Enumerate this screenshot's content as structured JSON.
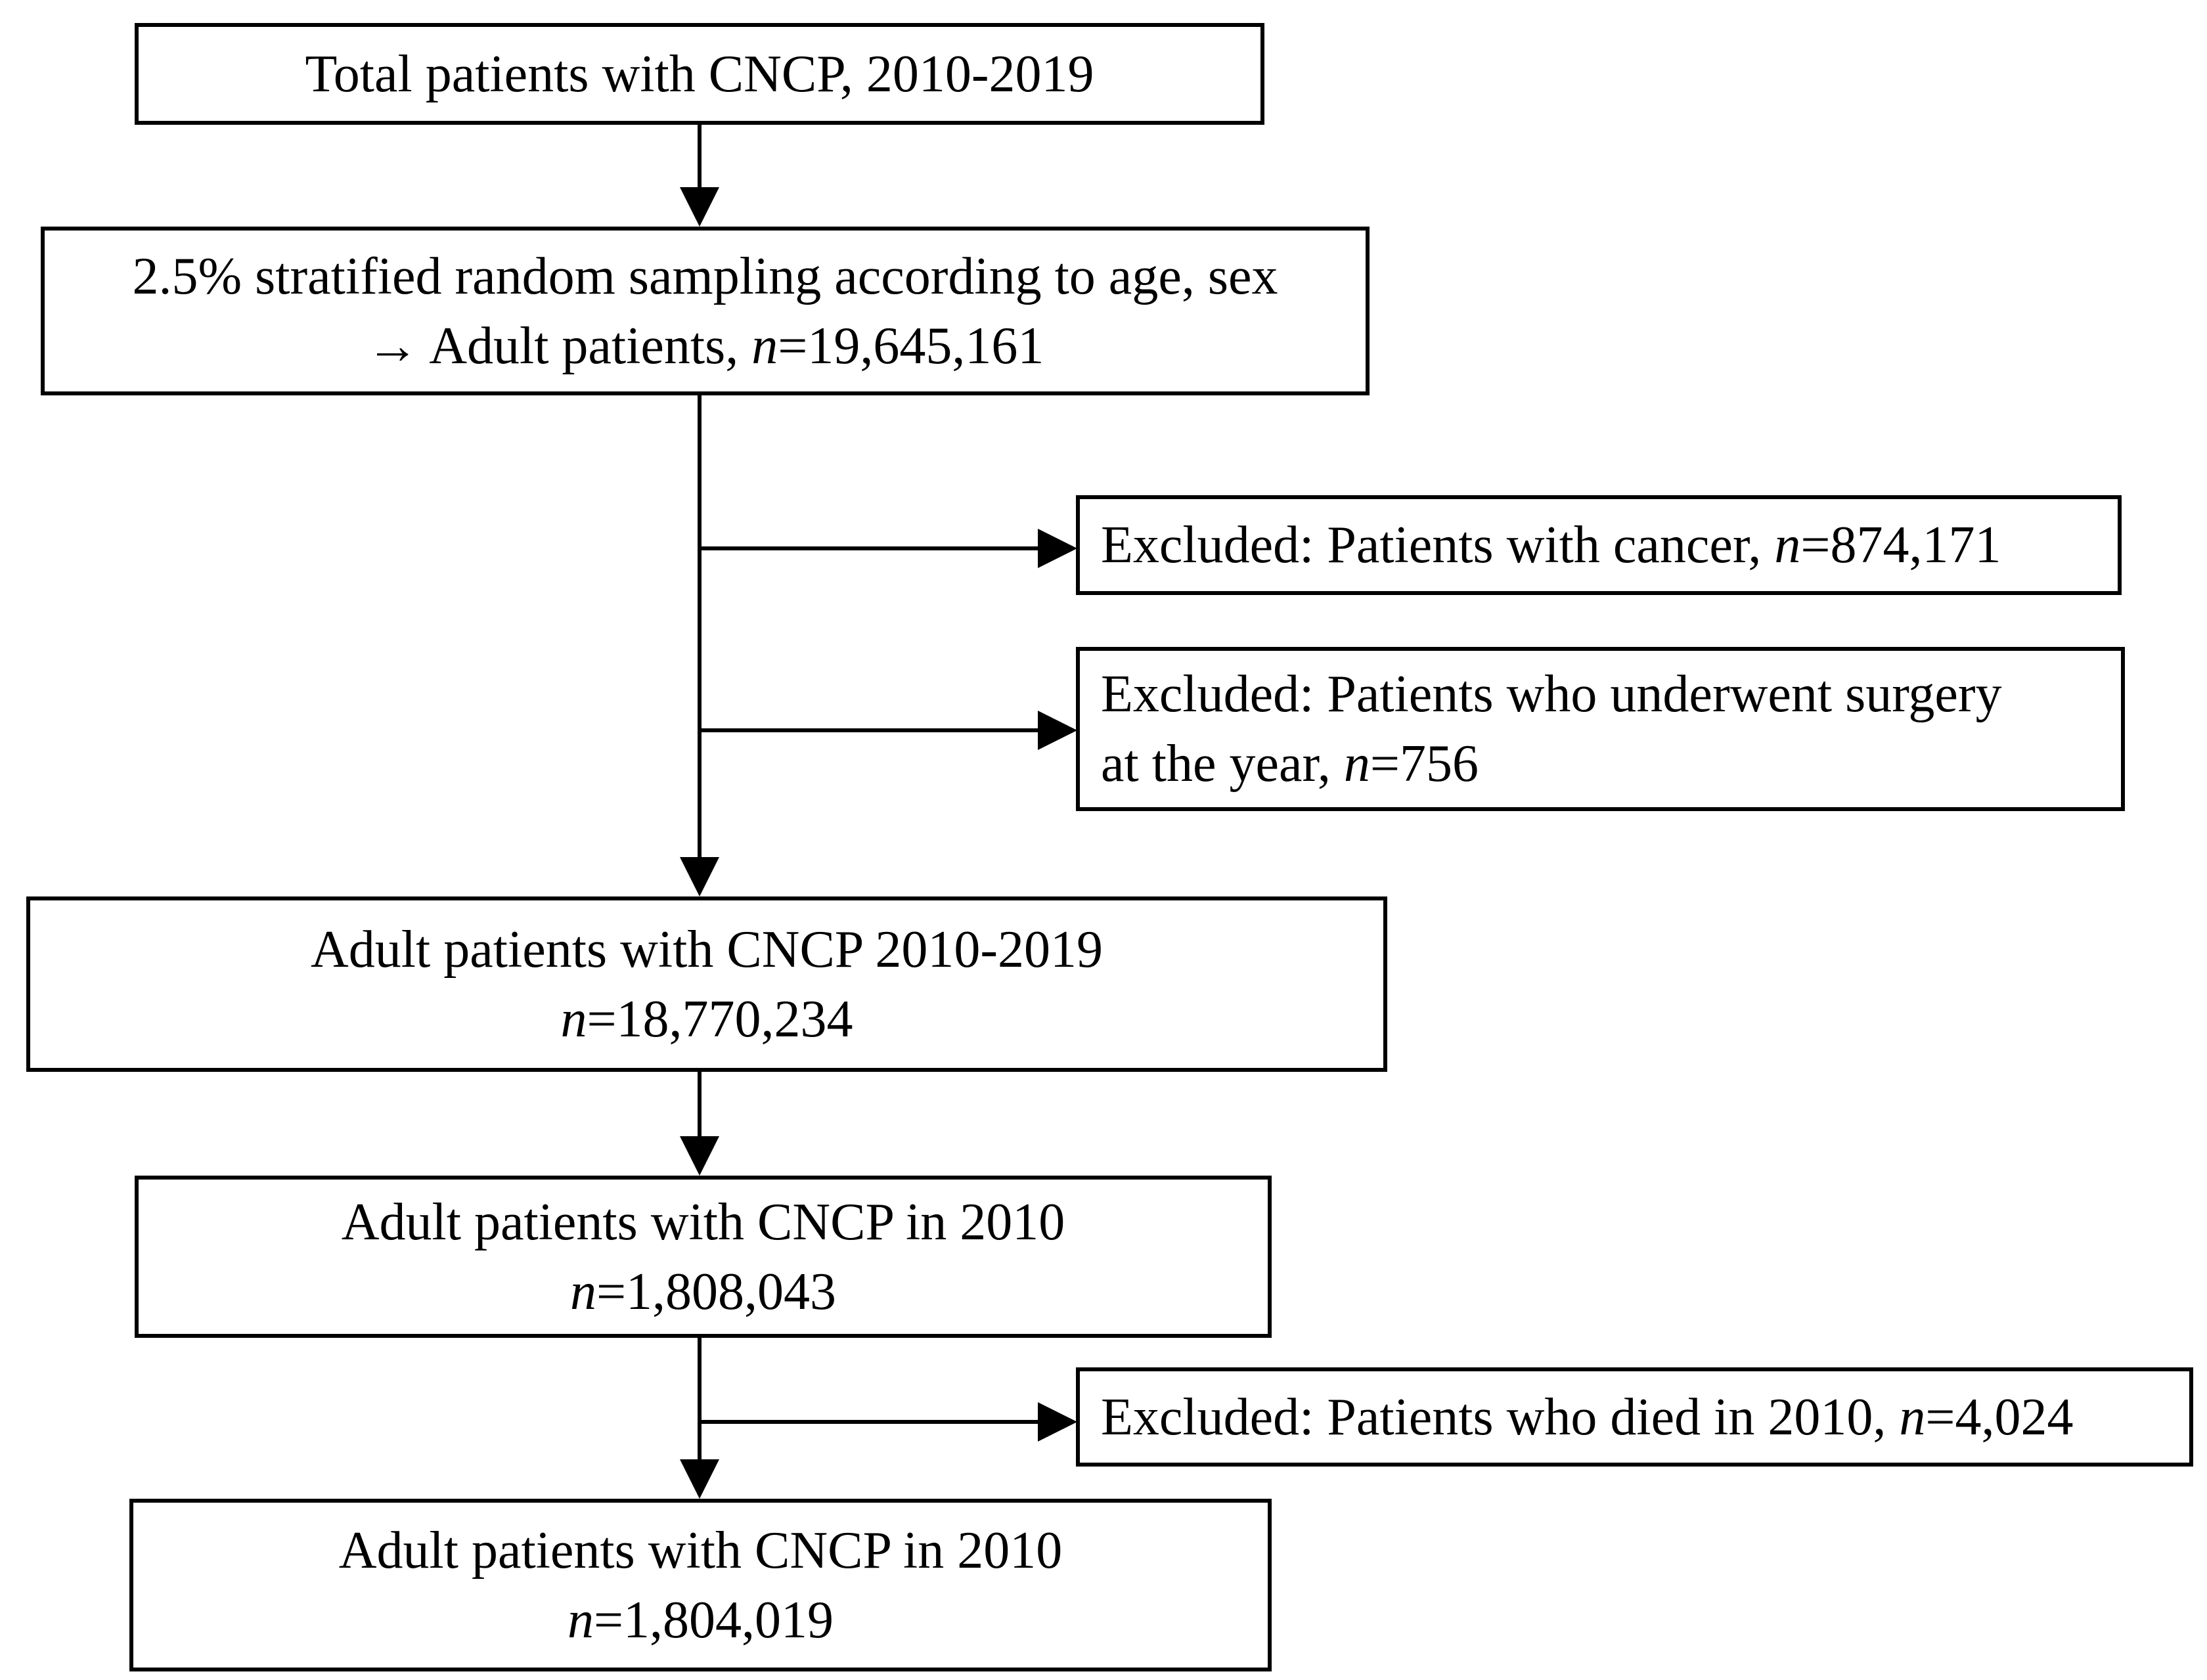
{
  "figure": {
    "background_color": "#ffffff",
    "line_color": "#000000",
    "description": "Patient selection flow diagram"
  },
  "flow": {
    "total": {
      "line1": "Total patients with CNCP, 2010-2019"
    },
    "sampling": {
      "line1": "2.5% stratified random sampling according to age, sex",
      "line2_pre": "→ Adult patients, ",
      "n": "n",
      "line2_val": "=19,645,161"
    },
    "adult_decade": {
      "line1": "Adult patients with CNCP 2010-2019",
      "n": "n",
      "line2_val": "=18,770,234"
    },
    "adult_2010": {
      "line1": "Adult patients with CNCP in 2010",
      "n": "n",
      "line2_val": "=1,808,043"
    },
    "adult_final": {
      "line1": "Adult patients with CNCP in 2010",
      "n": "n",
      "line2_val": "=1,804,019"
    }
  },
  "excluded": {
    "cancer": {
      "pre": "Excluded: Patients with cancer, ",
      "n": "n",
      "val": "=874,171"
    },
    "surgery": {
      "line1": "Excluded: Patients who underwent surgery",
      "line2_pre": "at the year, ",
      "n": "n",
      "val": "=756"
    },
    "died": {
      "pre": "Excluded: Patients who died in 2010, ",
      "n": "n",
      "val": "=4,024"
    }
  }
}
